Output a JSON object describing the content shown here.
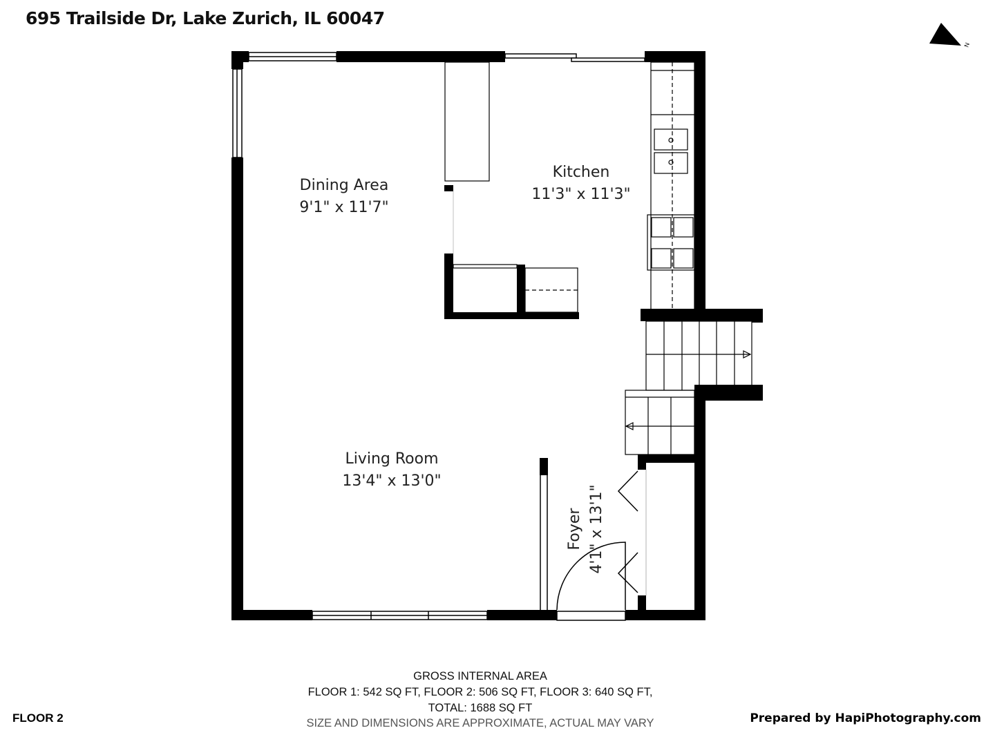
{
  "title": "695 Trailside Dr, Lake Zurich, IL 60047",
  "compass": {
    "label": "N"
  },
  "rooms": [
    {
      "name": "Dining Area",
      "size": "9'1\" x 11'7\""
    },
    {
      "name": "Kitchen",
      "size": "11'3\" x 11'3\""
    },
    {
      "name": "Living Room",
      "size": "13'4\" x 13'0\""
    },
    {
      "name": "Foyer",
      "size": "4'1\" x 13'1\""
    }
  ],
  "footer": {
    "heading": "GROSS INTERNAL AREA",
    "floors": "FLOOR 1: 542 SQ FT, FLOOR 2: 506 SQ FT, FLOOR 3: 640 SQ FT,",
    "total": "TOTAL: 1688 SQ FT",
    "disclaimer": "SIZE AND DIMENSIONS ARE APPROXIMATE, ACTUAL MAY VARY",
    "floor_label": "FLOOR 2",
    "prepared_by": "Prepared by HapiPhotography.com"
  }
}
